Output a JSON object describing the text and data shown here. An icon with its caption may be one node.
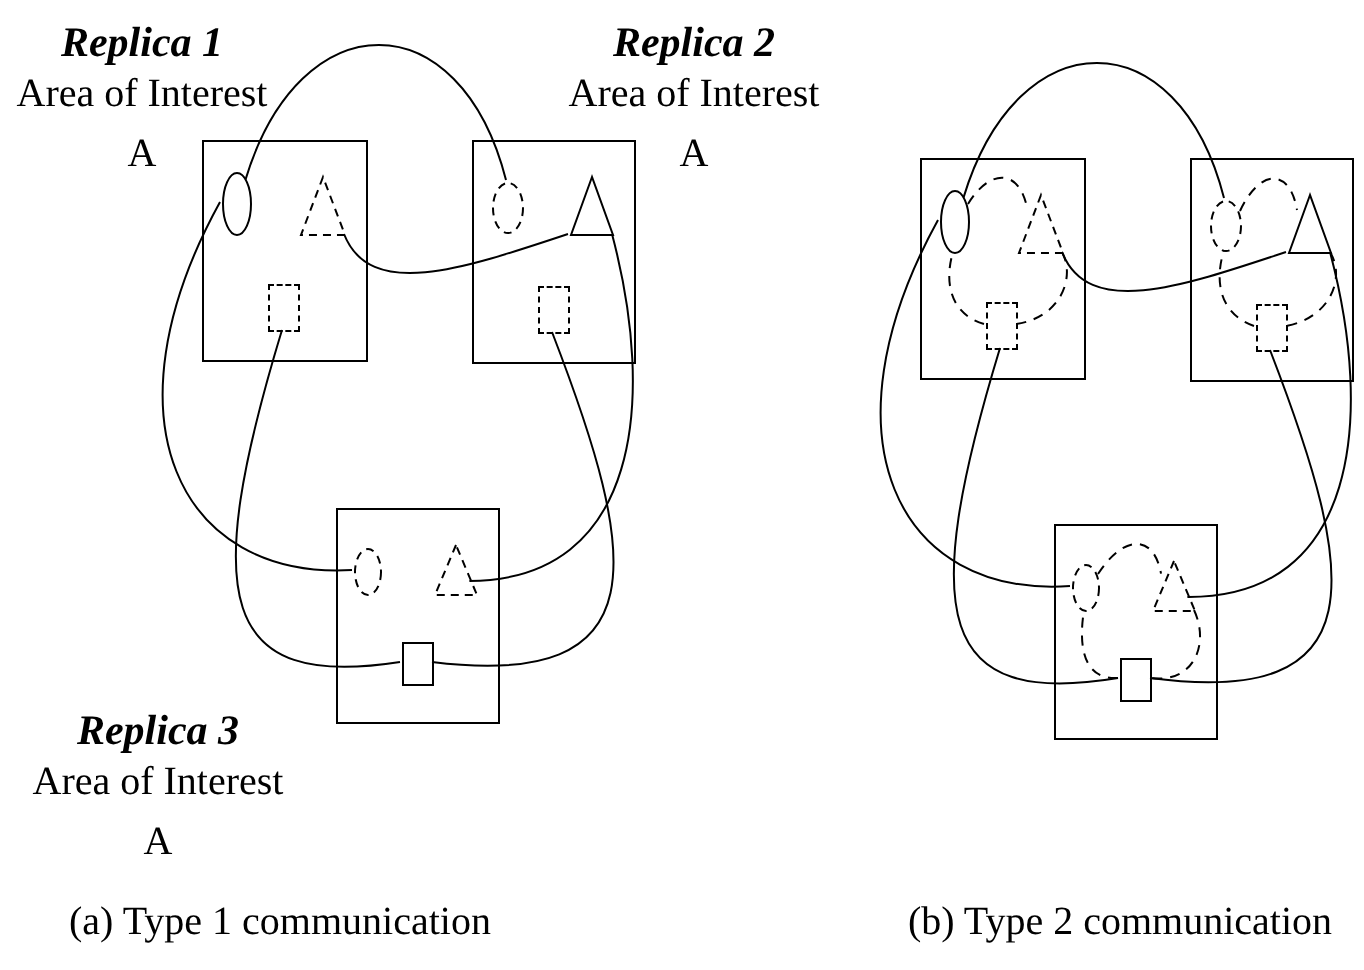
{
  "diagram": {
    "nodes": [
      {
        "text": [
          "Replica 1",
          "Area of Interest A"
        ]
      },
      {
        "text": [],
        "shape": "ellipse",
        "in": 0
      },
      {
        "text": [],
        "shape": "triangle",
        "in": 0
      },
      {
        "text": [],
        "shape": "box",
        "in": 0
      },
      {
        "text": [
          "Replica 2",
          "Area of Interest A"
        ]
      },
      {
        "text": [],
        "shape": "ellipse",
        "in": 4
      },
      {
        "text": [],
        "shape": "triangle",
        "in": 4
      },
      {
        "text": [],
        "shape": "box",
        "in": 4
      },
      {
        "text": [
          "Replica 3",
          "Area of Interest A"
        ]
      },
      {
        "text": [],
        "shape": "ellipse",
        "in": 8
      },
      {
        "text": [],
        "shape": "triangle",
        "in": 8
      },
      {
        "text": [],
        "shape": "box",
        "in": 8
      },
      {
        "text": [],
        "shape": "box"
      },
      {
        "text": [],
        "shape": "ellipse",
        "in": 12
      },
      {
        "text": [],
        "shape": "triangle",
        "in": 12
      },
      {
        "text": [],
        "shape": "box",
        "in": 12
      },
      {
        "text": [],
        "shape": "box"
      },
      {
        "text": [],
        "shape": "ellipse",
        "in": 16
      },
      {
        "text": [],
        "shape": "triangle",
        "in": 16
      },
      {
        "text": [],
        "shape": "box",
        "in": 16
      },
      {
        "text": [],
        "shape": "box"
      },
      {
        "text": [],
        "shape": "ellipse",
        "in": 20
      },
      {
        "text": [],
        "shape": "triangle",
        "in": 20
      },
      {
        "text": [],
        "shape": "box",
        "in": 20
      }
    ],
    "edges": [
      {
        "from": 1,
        "to": 5,
        "arrow": "none"
      },
      {
        "from": 1,
        "to": 9,
        "arrow": "none"
      },
      {
        "from": 6,
        "to": 2,
        "arrow": "none"
      },
      {
        "from": 6,
        "to": 10,
        "arrow": "none"
      },
      {
        "from": 3,
        "to": 11,
        "arrow": "none"
      },
      {
        "from": 7,
        "to": 11,
        "arrow": "none"
      },
      {
        "from": 13,
        "to": 17,
        "arrow": "none"
      },
      {
        "from": 13,
        "to": 21,
        "arrow": "none"
      },
      {
        "from": 18,
        "to": 14,
        "arrow": "none"
      },
      {
        "from": 18,
        "to": 22,
        "arrow": "none"
      },
      {
        "from": 15,
        "to": 23,
        "arrow": "none"
      },
      {
        "from": 19,
        "to": 23,
        "arrow": "none"
      },
      {
        "from": 13,
        "to": 14,
        "arrow": "none",
        "style": "dashed"
      },
      {
        "from": 14,
        "to": 15,
        "arrow": "none",
        "style": "dashed"
      },
      {
        "from": 15,
        "to": 13,
        "arrow": "none",
        "style": "dashed"
      },
      {
        "from": 17,
        "to": 18,
        "arrow": "none",
        "style": "dashed"
      },
      {
        "from": 18,
        "to": 19,
        "arrow": "none",
        "style": "dashed"
      },
      {
        "from": 19,
        "to": 17,
        "arrow": "none",
        "style": "dashed"
      },
      {
        "from": 21,
        "to": 22,
        "arrow": "none",
        "style": "dashed"
      },
      {
        "from": 22,
        "to": 23,
        "arrow": "none",
        "style": "dashed"
      },
      {
        "from": 23,
        "to": 21,
        "arrow": "none",
        "style": "dashed"
      }
    ],
    "labels": [
      "(a) Type 1 communication",
      "(b) Type 2 communication"
    ]
  }
}
